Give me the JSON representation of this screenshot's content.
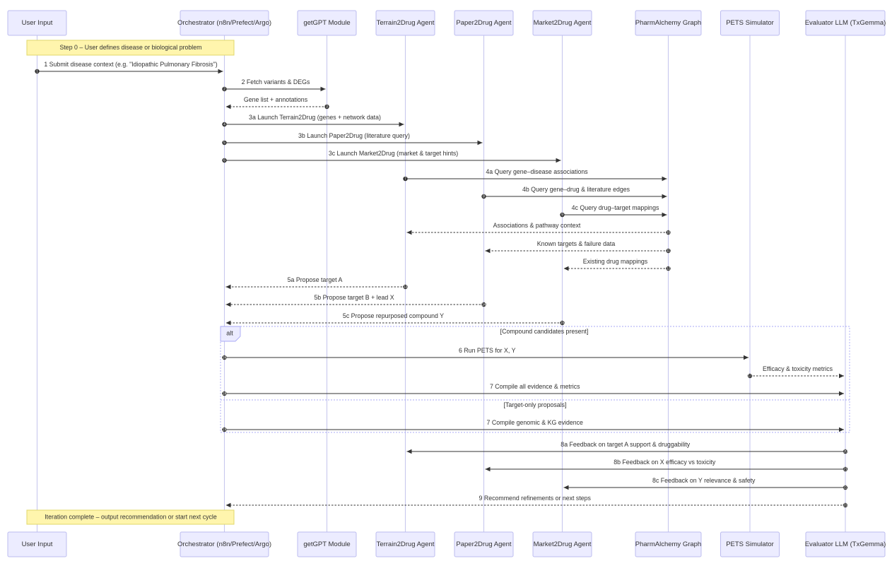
{
  "participants": [
    {
      "id": "user",
      "label": "User Input"
    },
    {
      "id": "orch",
      "label": "Orchestrator (n8n/Prefect/Argo)"
    },
    {
      "id": "getgpt",
      "label": "getGPT Module"
    },
    {
      "id": "terrain",
      "label": "Terrain2Drug Agent"
    },
    {
      "id": "paper",
      "label": "Paper2Drug Agent"
    },
    {
      "id": "market",
      "label": "Market2Drug Agent"
    },
    {
      "id": "graph",
      "label": "PharmAlchemy Graph"
    },
    {
      "id": "pets",
      "label": "PETS Simulator"
    },
    {
      "id": "eval",
      "label": "Evaluator LLM (TxGemma)"
    }
  ],
  "notes": [
    {
      "id": "note-start",
      "text": "Step 0 – User defines disease or biological problem"
    },
    {
      "id": "note-end",
      "text": "Iteration complete – output recommendation or start next cycle"
    }
  ],
  "messages": [
    {
      "from": "user",
      "to": "orch",
      "label": "1 Submit disease context (e.g. \"Idiopathic Pulmonary Fibrosis\")",
      "dashed": false,
      "num": "1"
    },
    {
      "from": "orch",
      "to": "getgpt",
      "label": "2 Fetch variants & DEGs",
      "dashed": false,
      "num": "2"
    },
    {
      "from": "getgpt",
      "to": "orch",
      "label": "Gene list + annotations",
      "dashed": true,
      "num": "3"
    },
    {
      "from": "orch",
      "to": "terrain",
      "label": "3a Launch Terrain2Drug (genes + network data)",
      "dashed": false,
      "num": "4"
    },
    {
      "from": "orch",
      "to": "paper",
      "label": "3b Launch Paper2Drug (literature query)",
      "dashed": false,
      "num": "5"
    },
    {
      "from": "orch",
      "to": "market",
      "label": "3c Launch Market2Drug (market & target hints)",
      "dashed": false,
      "num": "6"
    },
    {
      "from": "terrain",
      "to": "graph",
      "label": "4a Query gene–disease associations",
      "dashed": false,
      "num": "7"
    },
    {
      "from": "paper",
      "to": "graph",
      "label": "4b Query gene–drug & literature edges",
      "dashed": false,
      "num": "8"
    },
    {
      "from": "market",
      "to": "graph",
      "label": "4c Query drug–target mappings",
      "dashed": false,
      "num": "9"
    },
    {
      "from": "graph",
      "to": "terrain",
      "label": "Associations & pathway context",
      "dashed": true,
      "num": "10"
    },
    {
      "from": "graph",
      "to": "paper",
      "label": "Known targets & failure data",
      "dashed": true,
      "num": "11"
    },
    {
      "from": "graph",
      "to": "market",
      "label": "Existing drug mappings",
      "dashed": true,
      "num": "12"
    },
    {
      "from": "terrain",
      "to": "orch",
      "label": "5a Propose target A",
      "dashed": true,
      "num": "13"
    },
    {
      "from": "paper",
      "to": "orch",
      "label": "5b Propose target B + lead X",
      "dashed": true,
      "num": "14"
    },
    {
      "from": "market",
      "to": "orch",
      "label": "5c Propose repurposed compound Y",
      "dashed": true,
      "num": "15"
    },
    {
      "from": "orch",
      "to": "pets",
      "label": "6 Run PETS for X, Y",
      "dashed": false,
      "num": "16"
    },
    {
      "from": "pets",
      "to": "eval",
      "label": "Efficacy & toxicity metrics",
      "dashed": true,
      "num": "17"
    },
    {
      "from": "orch",
      "to": "eval",
      "label": "7 Compile all evidence & metrics",
      "dashed": false,
      "num": "18"
    },
    {
      "from": "orch",
      "to": "eval",
      "label": "7 Compile genomic & KG evidence",
      "dashed": false,
      "num": "19"
    },
    {
      "from": "eval",
      "to": "terrain",
      "label": "8a Feedback on target A support & druggability",
      "dashed": false,
      "num": "20"
    },
    {
      "from": "eval",
      "to": "paper",
      "label": "8b Feedback on X efficacy vs toxicity",
      "dashed": false,
      "num": "21"
    },
    {
      "from": "eval",
      "to": "market",
      "label": "8c Feedback on Y relevance & safety",
      "dashed": false,
      "num": "22"
    },
    {
      "from": "eval",
      "to": "orch",
      "label": "9 Recommend refinements or next steps",
      "dashed": true,
      "num": "23"
    }
  ],
  "alt_block": {
    "tag": "alt",
    "condition_1": "[Compound candidates present]",
    "condition_2": "[Target-only proposals]"
  }
}
